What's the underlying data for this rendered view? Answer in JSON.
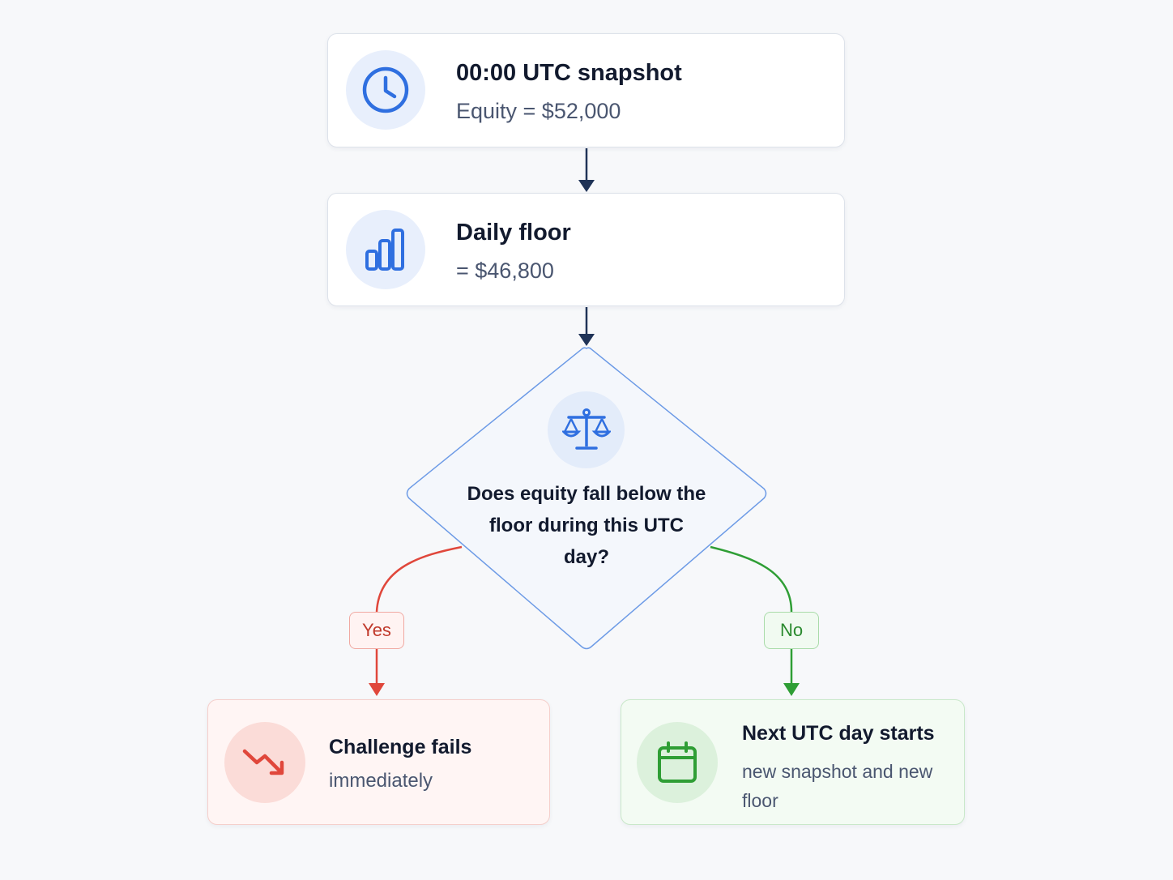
{
  "snapshot": {
    "title": "00:00 UTC snapshot",
    "subtitle": "Equity = $52,000",
    "icon": "clock-icon"
  },
  "floor": {
    "title": "Daily floor",
    "subtitle": "= $46,800",
    "icon": "bar-chart-icon"
  },
  "decision": {
    "question": "Does equity fall below the floor during this UTC day?",
    "icon": "scales-icon"
  },
  "branches": {
    "yes_label": "Yes",
    "no_label": "No"
  },
  "fail": {
    "title": "Challenge fails",
    "subtitle": "immediately",
    "icon": "trend-down-icon"
  },
  "next": {
    "title": "Next UTC day starts",
    "subtitle": "new snapshot and new floor",
    "icon": "calendar-icon"
  },
  "colors": {
    "accent_blue": "#2f6fe0",
    "arrow_navy": "#1f3357",
    "fail_red": "#e0473b",
    "ok_green": "#2f9e35"
  }
}
